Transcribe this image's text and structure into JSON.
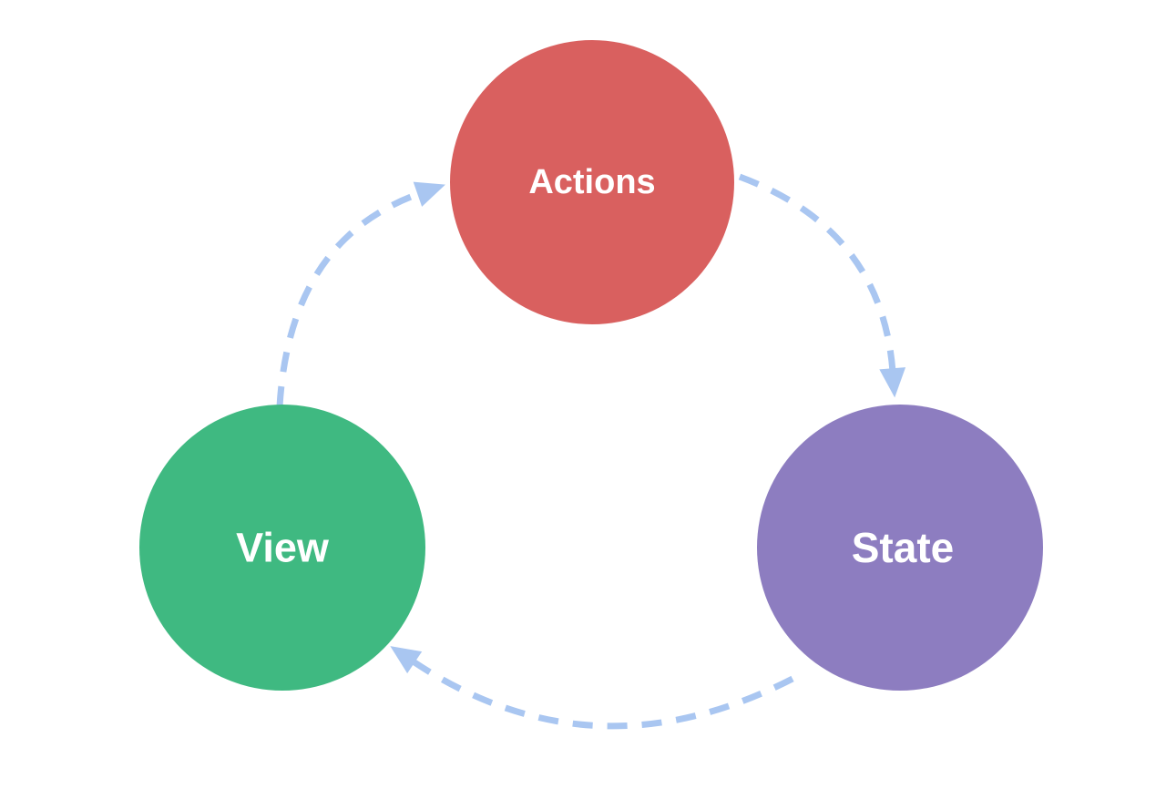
{
  "diagram": {
    "type": "cyclic-flow",
    "background_color": "#ffffff",
    "arrow_color": "#a9c6f1",
    "label_color": "#ffffff",
    "nodes": [
      {
        "id": "actions",
        "label": "Actions",
        "color": "#d9605f"
      },
      {
        "id": "state",
        "label": "State",
        "color": "#8d7dc0"
      },
      {
        "id": "view",
        "label": "View",
        "color": "#3fb981"
      }
    ],
    "edges": [
      {
        "from": "actions",
        "to": "state"
      },
      {
        "from": "state",
        "to": "view"
      },
      {
        "from": "view",
        "to": "actions"
      }
    ]
  }
}
